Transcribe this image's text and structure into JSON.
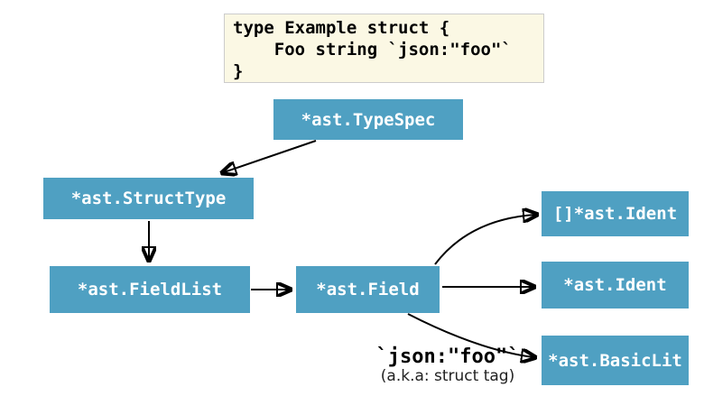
{
  "colors": {
    "canvas_bg": "#FFFFFF",
    "node_fill": "#4FA0C2",
    "node_text": "#FFFFFF",
    "code_bg": "#FBF8E4",
    "code_border": "#CCCCCC",
    "code_text": "#000000",
    "arrow": "#000000"
  },
  "code_block": {
    "lines": [
      "type Example struct {",
      "    Foo string `json:\"foo\"`",
      "}"
    ]
  },
  "nodes": {
    "typespec": {
      "label": "*ast.TypeSpec"
    },
    "structtype": {
      "label": "*ast.StructType"
    },
    "fieldlist": {
      "label": "*ast.FieldList"
    },
    "field": {
      "label": "*ast.Field"
    },
    "ident_slice": {
      "label": "[]*ast.Ident"
    },
    "ident": {
      "label": "*ast.Ident"
    },
    "basiclit": {
      "label": "*ast.BasicLit"
    }
  },
  "edges": [
    {
      "from": "typespec",
      "to": "structtype"
    },
    {
      "from": "structtype",
      "to": "fieldlist"
    },
    {
      "from": "fieldlist",
      "to": "field"
    },
    {
      "from": "field",
      "to": "ident_slice"
    },
    {
      "from": "field",
      "to": "ident"
    },
    {
      "from": "field",
      "to": "basiclit"
    }
  ],
  "annotation": {
    "tag": "`json:\"foo\"`",
    "note": "(a.k.a: struct tag)"
  }
}
